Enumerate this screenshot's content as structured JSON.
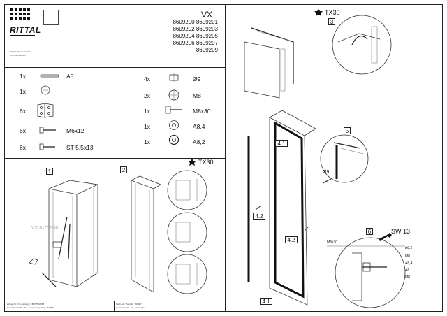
{
  "header": {
    "brand": "RITTAL",
    "brand_note_1": "Rittal GmbH & Co. KG",
    "brand_note_2": "D-35745 Herborn",
    "model": "VX",
    "codes": [
      "8609200 8609201",
      "8609202 8609203",
      "8609204 8609205",
      "8609206 8609207",
      "8609209"
    ]
  },
  "parts_left": [
    {
      "qty": "1x",
      "label": "A8",
      "icon": "strip-icon"
    },
    {
      "qty": "1x",
      "label": "",
      "icon": "washer-icon"
    },
    {
      "qty": "6x",
      "label": "",
      "icon": "bracket-icon"
    },
    {
      "qty": "6x",
      "label": "M6x12",
      "icon": "screw-icon"
    },
    {
      "qty": "6x",
      "label": "ST 5,5x13",
      "icon": "self-tap-screw-icon"
    }
  ],
  "parts_right": [
    {
      "qty": "4x",
      "label": "Ø9",
      "icon": "plug-icon"
    },
    {
      "qty": "2x",
      "label": "M8",
      "icon": "nut-icon"
    },
    {
      "qty": "1x",
      "label": "M8x30",
      "icon": "bolt-icon"
    },
    {
      "qty": "1x",
      "label": "A8,4",
      "icon": "washer-icon"
    },
    {
      "qty": "1x",
      "label": "A8,2",
      "icon": "lock-washer-icon"
    }
  ],
  "steps": {
    "s1": "1",
    "s2": "2",
    "s3": "3",
    "s5": "5",
    "s6": "6",
    "tx30_a": "TX30",
    "tx30_b": "TX30",
    "vx_note": "VX 8x/T 500",
    "sw13": "SW 13",
    "callouts": {
      "c41a": "4.1",
      "c42a": "4.2",
      "c42b": "4.2",
      "c41b": "4.1"
    },
    "o9": "Ø9",
    "s6_labels": {
      "m8x30": "M8x30",
      "a82": "A8,2",
      "m8": "M8",
      "a84": "A8,4",
      "a8": "A8",
      "m8b": "M8"
    }
  },
  "footer": {
    "cell1": "Zchng.-Nr. / No. of dwg.: 6:B87PNRO18",
    "cell2": "Unterlieferant Nr. / No. of accessory dwg.: 267408",
    "cell3": "Sach-Nr. / Part No.: 267987",
    "cell4": "Lieferanten-Nr. / No. of supplier:"
  }
}
